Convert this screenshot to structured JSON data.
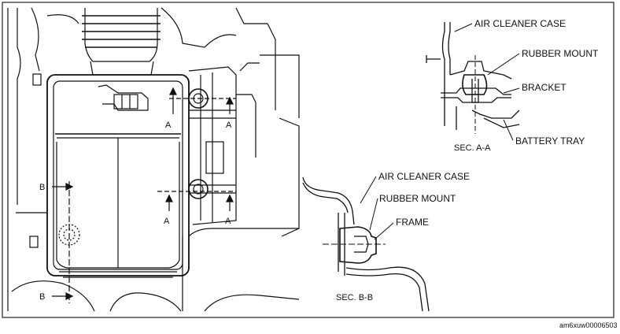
{
  "detail_a": {
    "callouts": [
      "AIR CLEANER CASE",
      "RUBBER MOUNT",
      "BRACKET",
      "BATTERY TRAY"
    ],
    "section_title": "SEC. A-A"
  },
  "detail_b": {
    "callouts": [
      "AIR CLEANER CASE",
      "RUBBER MOUNT",
      "FRAME"
    ],
    "section_title": "SEC. B-B"
  },
  "overview": {
    "section_arrows": [
      "A",
      "A",
      "A",
      "A",
      "B",
      "B"
    ]
  },
  "drawing_id": "am6xuw00006503"
}
